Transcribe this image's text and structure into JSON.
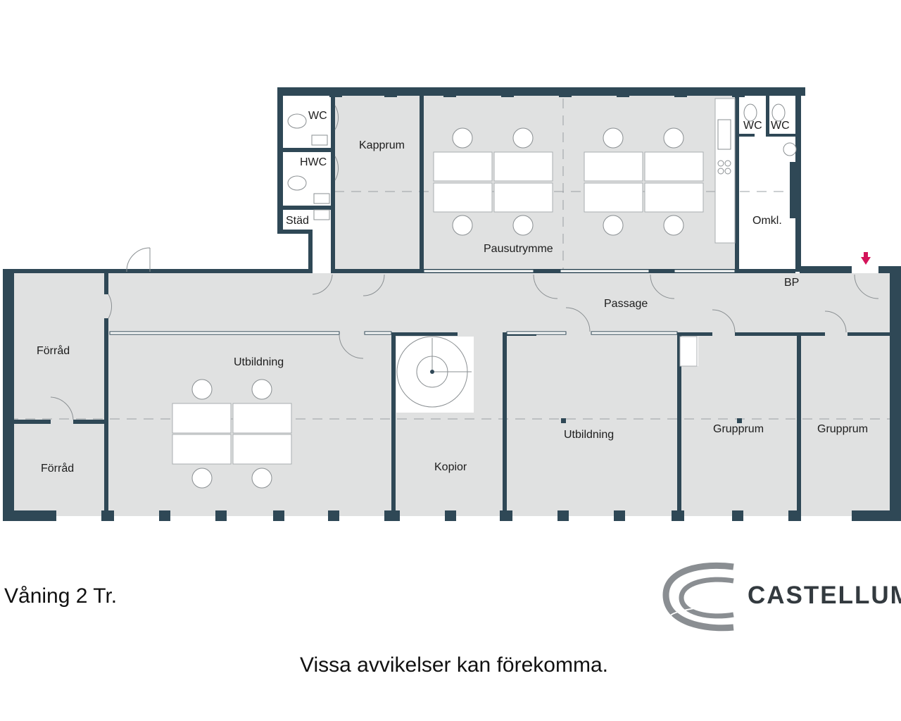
{
  "floor_label": "Våning 2 Tr.",
  "disclaimer": "Vissa avvikelser kan förekomma.",
  "brand": {
    "name": "CASTELLUM",
    "logo_icon": "castellum-logo-icon"
  },
  "colors": {
    "wall": "#2f4856",
    "floor": "#e0e1e1",
    "entrance_marker": "#d4145a",
    "fixture": "#ffffff"
  },
  "rooms": {
    "wc_1": "WC",
    "hwc": "HWC",
    "stad": "Städ",
    "kapprum": "Kapprum",
    "pausutrymme": "Pausutrymme",
    "wc_2": "WC",
    "wc_3": "WC",
    "omkl": "Omkl.",
    "bp": "BP",
    "passage": "Passage",
    "forrad_1": "Förråd",
    "forrad_2": "Förråd",
    "utbildning_1": "Utbildning",
    "kopior": "Kopior",
    "utbildning_2": "Utbildning",
    "grupprum_1": "Grupprum",
    "grupprum_2": "Grupprum"
  },
  "entrance": {
    "icon": "entrance-arrow-icon"
  }
}
